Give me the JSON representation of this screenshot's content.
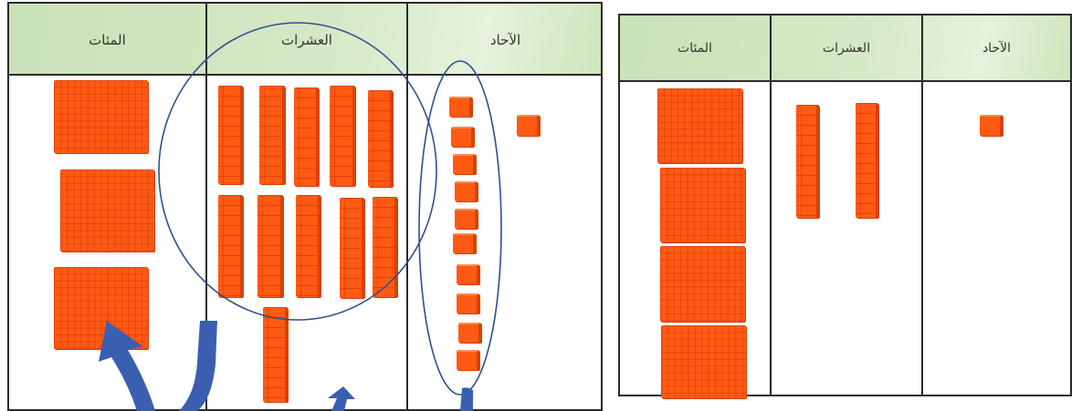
{
  "columns": {
    "hundreds": "المئات",
    "tens": "العشرات",
    "ones": "الآحاد"
  },
  "left_table": {
    "hundreds_flats": 3,
    "tens_rods": 11,
    "ones_cubes_circled": 10,
    "ones_cubes_extra": 1
  },
  "right_table": {
    "hundreds_flats": 4,
    "tens_rods": 2,
    "ones_cubes": 1
  },
  "colors": {
    "block": "#ff5a14",
    "header": "#d6e9c7",
    "circle": "#2f4f8f",
    "arrow": "#3a5fb0"
  }
}
